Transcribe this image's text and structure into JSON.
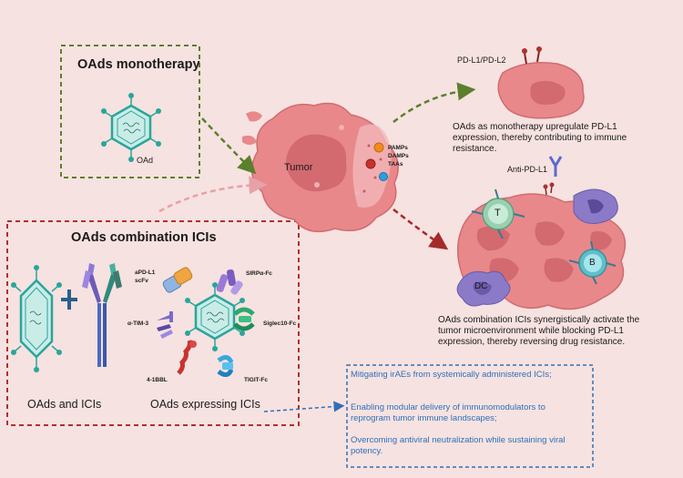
{
  "mono": {
    "title": "OAds monotherapy",
    "oad_label": "OAd"
  },
  "combo": {
    "title": "OAds combination ICIs",
    "left_caption": "OAds and ICIs",
    "right_caption": "OAds expressing ICIs",
    "ici_labels": {
      "apdl1": "aPD-L1",
      "scfv": "scFv",
      "sirpa": "SIRPα-Fc",
      "tim3": "α-TIM-3",
      "siglec": "Siglec10-Fc",
      "bbl": "4-1BBL",
      "tigit": "TIGIT-Fc"
    }
  },
  "tumor": {
    "label": "Tumor",
    "pamps": "PAMPs",
    "damps": "DAMPs",
    "taas": "TAAs"
  },
  "top_right": {
    "pdl_label": "PD-L1/PD-L2",
    "text": "OAds as monotherapy  upregulate PD-L1 expression, thereby contributing to  immune resistance."
  },
  "bottom_right": {
    "anti_label": "Anti-PD-L1",
    "t_label": "T",
    "b_label": "B",
    "dc_label": "DC",
    "text": "OAds combination ICIs synergistically activate the tumor microenvironment while blocking PD-L1 expression, thereby reversing drug resistance."
  },
  "benefits": [
    "Mitigating irAEs from systemically administered ICIs;",
    "Enabling modular delivery of immunomodulators to reprogram tumor immune landscapes;",
    "Overcoming antiviral neutralization while sustaining viral potency."
  ],
  "colors": {
    "background": "#f6e2e0",
    "mono_box": "#5b7f2c",
    "combo_box": "#b0302e",
    "virus": "#2aa59b",
    "tumor": "#e8888a",
    "text_blue": "#2f6fba"
  }
}
